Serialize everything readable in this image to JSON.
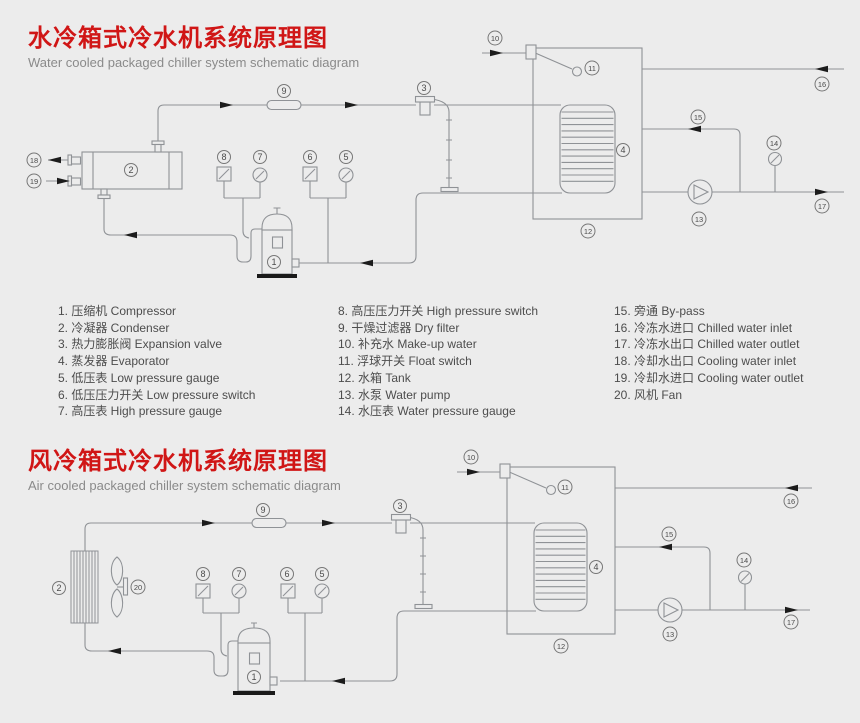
{
  "page": {
    "background": "#ececec",
    "accent_red": "#d01616",
    "pipe_gray": "#8f9296",
    "arrow_black": "#1c1c1c",
    "text_gray": "#4d4d4d"
  },
  "water_section": {
    "title_zh": "水冷箱式冷水机系统原理图",
    "subtitle_en": "Water cooled packaged chiller system schematic diagram"
  },
  "air_section": {
    "title_zh": "风冷箱式冷水机系统原理图",
    "subtitle_en": "Air cooled packaged chiller system schematic diagram"
  },
  "legend": {
    "col1": [
      "1. 压缩机 Compressor",
      "2. 冷凝器 Condenser",
      "3. 热力膨胀阀 Expansion valve",
      "4. 蒸发器 Evaporator",
      "5. 低压表 Low pressure gauge",
      "6. 低压压力开关 Low pressure switch",
      "7. 高压表 High pressure gauge"
    ],
    "col2": [
      "8. 高压压力开关 High pressure switch",
      "9. 干燥过滤器 Dry filter",
      "10. 补充水 Make-up water",
      "11. 浮球开关 Float switch",
      "12. 水箱 Tank",
      "13. 水泵 Water pump",
      "14. 水压表 Water pressure gauge"
    ],
    "col3": [
      "15. 旁通 By-pass",
      "16. 冷冻水进口 Chilled water inlet",
      "17. 冷冻水出口 Chilled water outlet",
      "18. 冷却水出口 Cooling water inlet",
      "19. 冷却水进口 Cooling water outlet",
      "20. 风机 Fan"
    ]
  },
  "markers_d1": [
    "1",
    "2",
    "3",
    "4",
    "5",
    "6",
    "7",
    "8",
    "9",
    "10",
    "11",
    "12",
    "13",
    "14",
    "15",
    "16",
    "17",
    "18",
    "19"
  ],
  "markers_d2": [
    "1",
    "2",
    "3",
    "4",
    "5",
    "6",
    "7",
    "8",
    "9",
    "10",
    "11",
    "12",
    "13",
    "14",
    "15",
    "16",
    "17",
    "20"
  ]
}
